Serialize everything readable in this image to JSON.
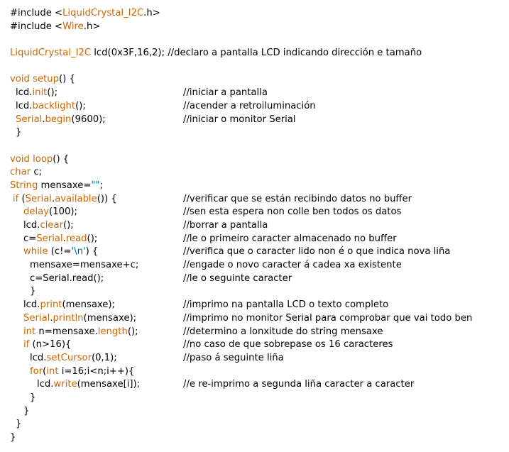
{
  "colors": {
    "text": "#000000",
    "keyword": "#cc6600",
    "string": "#006699",
    "background": "#ffffff"
  },
  "lines": [
    {
      "indent": 14,
      "segments": [
        {
          "t": "#include <"
        },
        {
          "t": "LiquidCrystal_I2C",
          "k": "kw"
        },
        {
          "t": ".h>"
        }
      ],
      "comment": ""
    },
    {
      "indent": 14,
      "segments": [
        {
          "t": "#include <"
        },
        {
          "t": "Wire",
          "k": "kw"
        },
        {
          "t": ".h>"
        }
      ],
      "comment": ""
    },
    {
      "indent": 14,
      "segments": [],
      "comment": ""
    },
    {
      "indent": 14,
      "segments": [
        {
          "t": "LiquidCrystal_I2C",
          "k": "kw"
        },
        {
          "t": " lcd(0x3F,16,2); //declaro a pantalla LCD indicando dirección e tamaño"
        }
      ],
      "comment": ""
    },
    {
      "indent": 14,
      "segments": [],
      "comment": ""
    },
    {
      "indent": 14,
      "segments": [
        {
          "t": "void",
          "k": "kw"
        },
        {
          "t": " "
        },
        {
          "t": "setup",
          "k": "kw"
        },
        {
          "t": "() {"
        }
      ],
      "comment": ""
    },
    {
      "indent": 22,
      "segments": [
        {
          "t": "lcd."
        },
        {
          "t": "init",
          "k": "kw"
        },
        {
          "t": "();"
        }
      ],
      "comment": "//iniciar a pantalla"
    },
    {
      "indent": 22,
      "segments": [
        {
          "t": "lcd."
        },
        {
          "t": "backlight",
          "k": "kw"
        },
        {
          "t": "();"
        }
      ],
      "comment": "//acender a retroiluminación"
    },
    {
      "indent": 22,
      "segments": [
        {
          "t": "Serial",
          "k": "kw"
        },
        {
          "t": "."
        },
        {
          "t": "begin",
          "k": "kw"
        },
        {
          "t": "(9600);"
        }
      ],
      "comment": "//iniciar o monitor Serial"
    },
    {
      "indent": 22,
      "segments": [
        {
          "t": "}"
        }
      ],
      "comment": ""
    },
    {
      "indent": 14,
      "segments": [],
      "comment": ""
    },
    {
      "indent": 14,
      "segments": [
        {
          "t": "void",
          "k": "kw"
        },
        {
          "t": " "
        },
        {
          "t": "loop",
          "k": "kw"
        },
        {
          "t": "() {"
        }
      ],
      "comment": ""
    },
    {
      "indent": 14,
      "segments": [
        {
          "t": "char",
          "k": "kw"
        },
        {
          "t": " c;"
        }
      ],
      "comment": ""
    },
    {
      "indent": 14,
      "segments": [
        {
          "t": "String",
          "k": "kw"
        },
        {
          "t": " mensaxe="
        },
        {
          "t": "\"\"",
          "k": "str"
        },
        {
          "t": ";"
        }
      ],
      "comment": ""
    },
    {
      "indent": 18,
      "segments": [
        {
          "t": "if",
          "k": "kw"
        },
        {
          "t": " ("
        },
        {
          "t": "Serial",
          "k": "kw"
        },
        {
          "t": "."
        },
        {
          "t": "available",
          "k": "kw"
        },
        {
          "t": "()) {"
        }
      ],
      "comment": "//verificar que se están recibindo datos no buffer"
    },
    {
      "indent": 33,
      "segments": [
        {
          "t": "delay",
          "k": "kw"
        },
        {
          "t": "(100);"
        }
      ],
      "comment": "//sen esta espera non colle ben todos os datos"
    },
    {
      "indent": 33,
      "segments": [
        {
          "t": "lcd."
        },
        {
          "t": "clear",
          "k": "kw"
        },
        {
          "t": "();"
        }
      ],
      "comment": "//borrar a pantalla"
    },
    {
      "indent": 33,
      "segments": [
        {
          "t": "c="
        },
        {
          "t": "Serial",
          "k": "kw"
        },
        {
          "t": "."
        },
        {
          "t": "read",
          "k": "kw"
        },
        {
          "t": "();"
        }
      ],
      "comment": "//le o primeiro caracter almacenado no buffer"
    },
    {
      "indent": 33,
      "segments": [
        {
          "t": "while",
          "k": "kw"
        },
        {
          "t": " (c!="
        },
        {
          "t": "'\\n'",
          "k": "str"
        },
        {
          "t": ") {"
        }
      ],
      "comment": "//verifica que o caracter lido non é o que indica nova liña"
    },
    {
      "indent": 42,
      "segments": [
        {
          "t": "mensaxe=mensaxe+c;"
        }
      ],
      "comment": "//engade o novo caracter á cadea xa existente"
    },
    {
      "indent": 42,
      "segments": [
        {
          "t": "c=Serial.read();"
        }
      ],
      "comment": "//le o seguinte caracter"
    },
    {
      "indent": 42,
      "segments": [
        {
          "t": "}"
        }
      ],
      "comment": ""
    },
    {
      "indent": 33,
      "segments": [
        {
          "t": "lcd."
        },
        {
          "t": "print",
          "k": "kw"
        },
        {
          "t": "(mensaxe);"
        }
      ],
      "comment": "//imprimo na pantalla LCD o texto completo"
    },
    {
      "indent": 33,
      "segments": [
        {
          "t": "Serial",
          "k": "kw"
        },
        {
          "t": "."
        },
        {
          "t": "println",
          "k": "kw"
        },
        {
          "t": "(mensaxe);"
        }
      ],
      "comment": "//imprimo no monitor Serial para comprobar que vai todo ben"
    },
    {
      "indent": 33,
      "segments": [
        {
          "t": "int",
          "k": "kw"
        },
        {
          "t": " n=mensaxe."
        },
        {
          "t": "length",
          "k": "kw"
        },
        {
          "t": "();"
        }
      ],
      "comment": "//determino a lonxitude do string mensaxe"
    },
    {
      "indent": 33,
      "segments": [
        {
          "t": "if",
          "k": "kw"
        },
        {
          "t": " (n>16){"
        }
      ],
      "comment": "//no caso de que sobrepase os 16 caracteres"
    },
    {
      "indent": 42,
      "segments": [
        {
          "t": "lcd."
        },
        {
          "t": "setCursor",
          "k": "kw"
        },
        {
          "t": "(0,1);"
        }
      ],
      "comment": "//paso á seguinte liña"
    },
    {
      "indent": 42,
      "segments": [
        {
          "t": "for",
          "k": "kw"
        },
        {
          "t": "("
        },
        {
          "t": "int",
          "k": "kw"
        },
        {
          "t": " i=16;i<n;i++){"
        }
      ],
      "comment": ""
    },
    {
      "indent": 52,
      "segments": [
        {
          "t": "lcd."
        },
        {
          "t": "write",
          "k": "kw"
        },
        {
          "t": "(mensaxe[i]);"
        }
      ],
      "comment": "//e re-imprimo a segunda liña caracter a caracter"
    },
    {
      "indent": 42,
      "segments": [
        {
          "t": "}"
        }
      ],
      "comment": ""
    },
    {
      "indent": 33,
      "segments": [
        {
          "t": "}"
        }
      ],
      "comment": ""
    },
    {
      "indent": 22,
      "segments": [
        {
          "t": "}"
        }
      ],
      "comment": ""
    },
    {
      "indent": 14,
      "segments": [
        {
          "t": "}"
        }
      ],
      "comment": ""
    }
  ]
}
